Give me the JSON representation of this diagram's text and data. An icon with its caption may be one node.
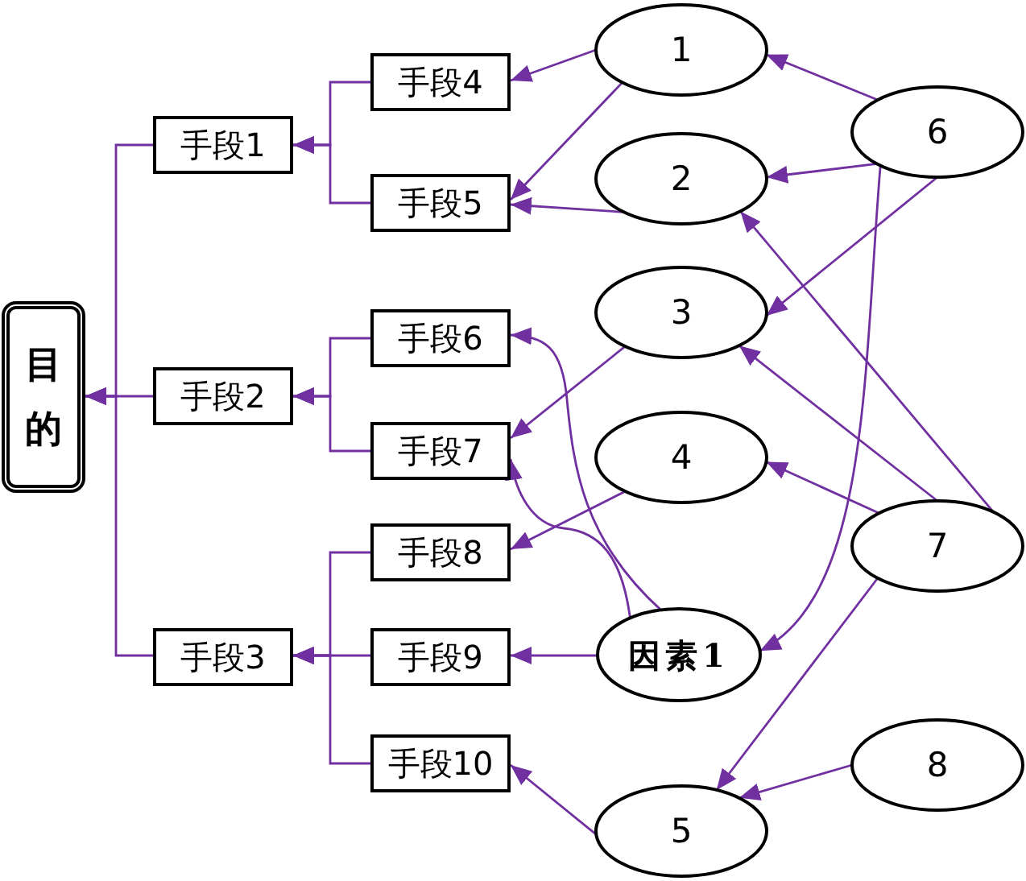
{
  "diagram": {
    "nodes": [
      {
        "text": [
          "目的"
        ]
      },
      {
        "text": [
          "手段1"
        ]
      },
      {
        "text": [
          "手段2"
        ]
      },
      {
        "text": [
          "手段3"
        ]
      },
      {
        "text": [
          "手段4"
        ]
      },
      {
        "text": [
          "手段5"
        ]
      },
      {
        "text": [
          "手段6"
        ]
      },
      {
        "text": [
          "手段7"
        ]
      },
      {
        "text": [
          "手段8"
        ]
      },
      {
        "text": [
          "手段9"
        ]
      },
      {
        "text": [
          "手段10"
        ]
      },
      {
        "text": [
          "1"
        ]
      },
      {
        "text": [
          "2"
        ]
      },
      {
        "text": [
          "3"
        ]
      },
      {
        "text": [
          "4"
        ]
      },
      {
        "text": [
          "因素1"
        ]
      },
      {
        "text": [
          "5"
        ]
      },
      {
        "text": [
          "6"
        ]
      },
      {
        "text": [
          "7"
        ]
      },
      {
        "text": [
          "8"
        ]
      }
    ],
    "edges": [
      {
        "from": 1,
        "to": 0,
        "arrow": "to"
      },
      {
        "from": 2,
        "to": 0,
        "arrow": "to"
      },
      {
        "from": 3,
        "to": 0,
        "arrow": "to"
      },
      {
        "from": 4,
        "to": 1,
        "arrow": "to"
      },
      {
        "from": 5,
        "to": 1,
        "arrow": "to"
      },
      {
        "from": 6,
        "to": 2,
        "arrow": "to"
      },
      {
        "from": 7,
        "to": 2,
        "arrow": "to"
      },
      {
        "from": 8,
        "to": 3,
        "arrow": "to"
      },
      {
        "from": 9,
        "to": 3,
        "arrow": "to"
      },
      {
        "from": 10,
        "to": 3,
        "arrow": "to"
      },
      {
        "from": 11,
        "to": 4,
        "arrow": "to"
      },
      {
        "from": 11,
        "to": 5,
        "arrow": "to"
      },
      {
        "from": 12,
        "to": 5,
        "arrow": "to"
      },
      {
        "from": 13,
        "to": 7,
        "arrow": "to"
      },
      {
        "from": 14,
        "to": 8,
        "arrow": "to"
      },
      {
        "from": 15,
        "to": 9,
        "arrow": "to"
      },
      {
        "from": 15,
        "to": 6,
        "arrow": "to"
      },
      {
        "from": 15,
        "to": 7,
        "arrow": "to"
      },
      {
        "from": 16,
        "to": 10,
        "arrow": "to"
      },
      {
        "from": 17,
        "to": 11,
        "arrow": "to"
      },
      {
        "from": 17,
        "to": 12,
        "arrow": "to"
      },
      {
        "from": 17,
        "to": 13,
        "arrow": "to"
      },
      {
        "from": 17,
        "to": 15,
        "arrow": "to"
      },
      {
        "from": 18,
        "to": 12,
        "arrow": "to"
      },
      {
        "from": 18,
        "to": 13,
        "arrow": "to"
      },
      {
        "from": 18,
        "to": 14,
        "arrow": "to"
      },
      {
        "from": 18,
        "to": 16,
        "arrow": "to"
      },
      {
        "from": 19,
        "to": 16,
        "arrow": "to"
      }
    ]
  }
}
